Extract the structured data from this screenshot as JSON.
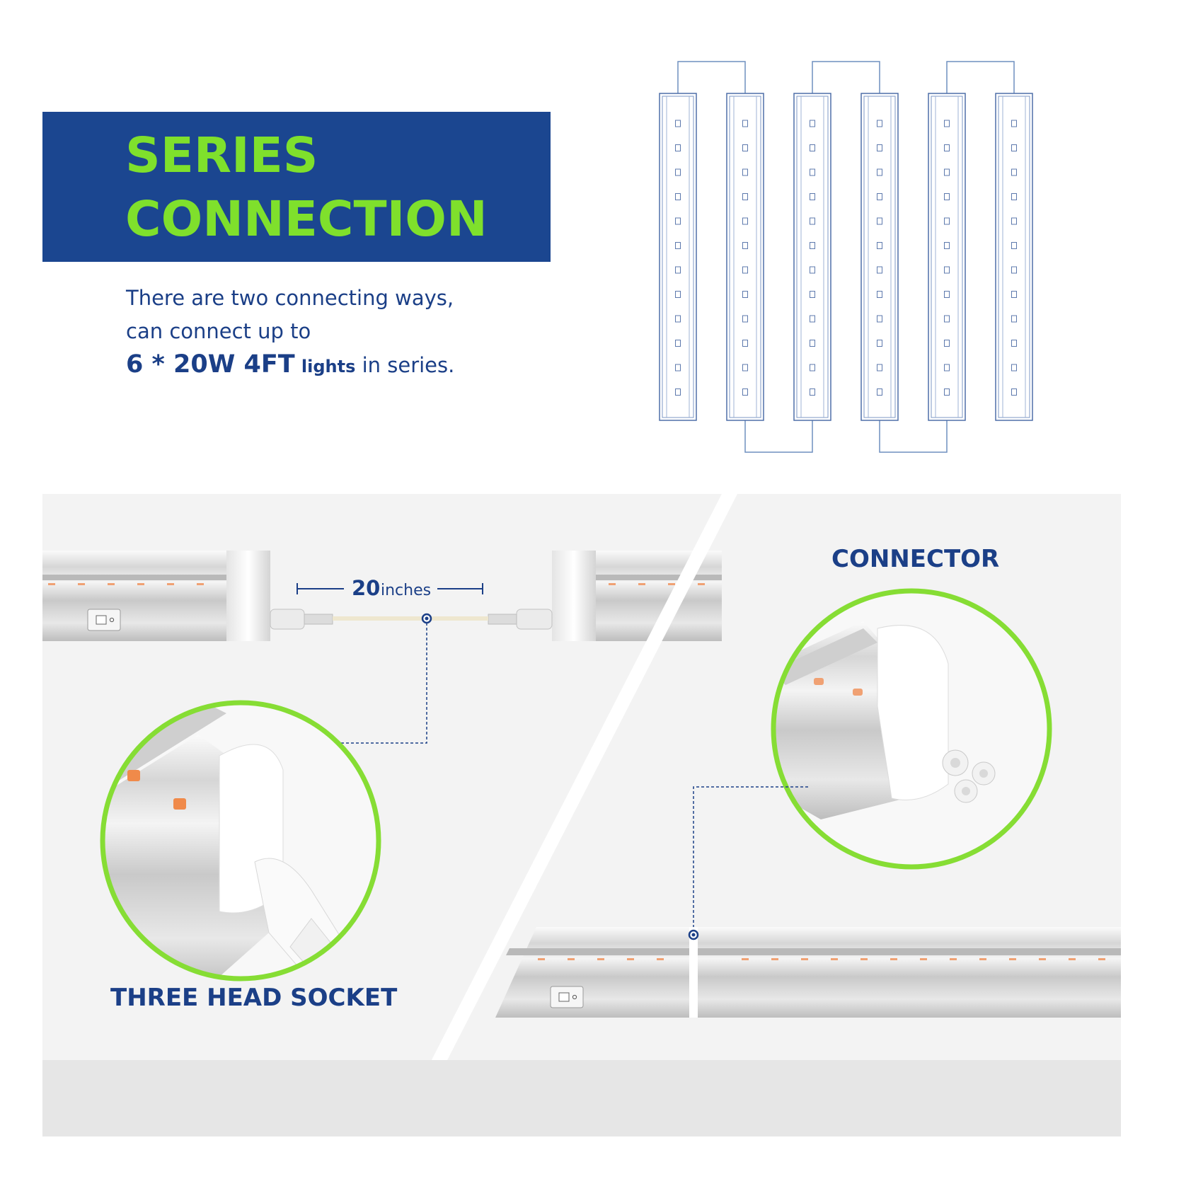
{
  "header": {
    "title_line1": "SERIES",
    "title_line2": "CONNECTION"
  },
  "description": {
    "line1": "There are two connecting ways,",
    "line2": "can connect up to",
    "line3_bold": "6 * 20W 4FT",
    "line3_small_bold": "lights",
    "line3_rest": "in series."
  },
  "callouts": {
    "distance_value": "20",
    "distance_unit": "inches",
    "connector_label": "CONNECTOR",
    "socket_label": "THREE HEAD SOCKET"
  },
  "colors": {
    "brand_blue": "#1b4690",
    "text_blue": "#1b3f87",
    "accent_green": "#86dd34",
    "title_green": "#7fe02c",
    "led_orange": "#f0a173"
  },
  "diagram": {
    "light_count": 6
  }
}
